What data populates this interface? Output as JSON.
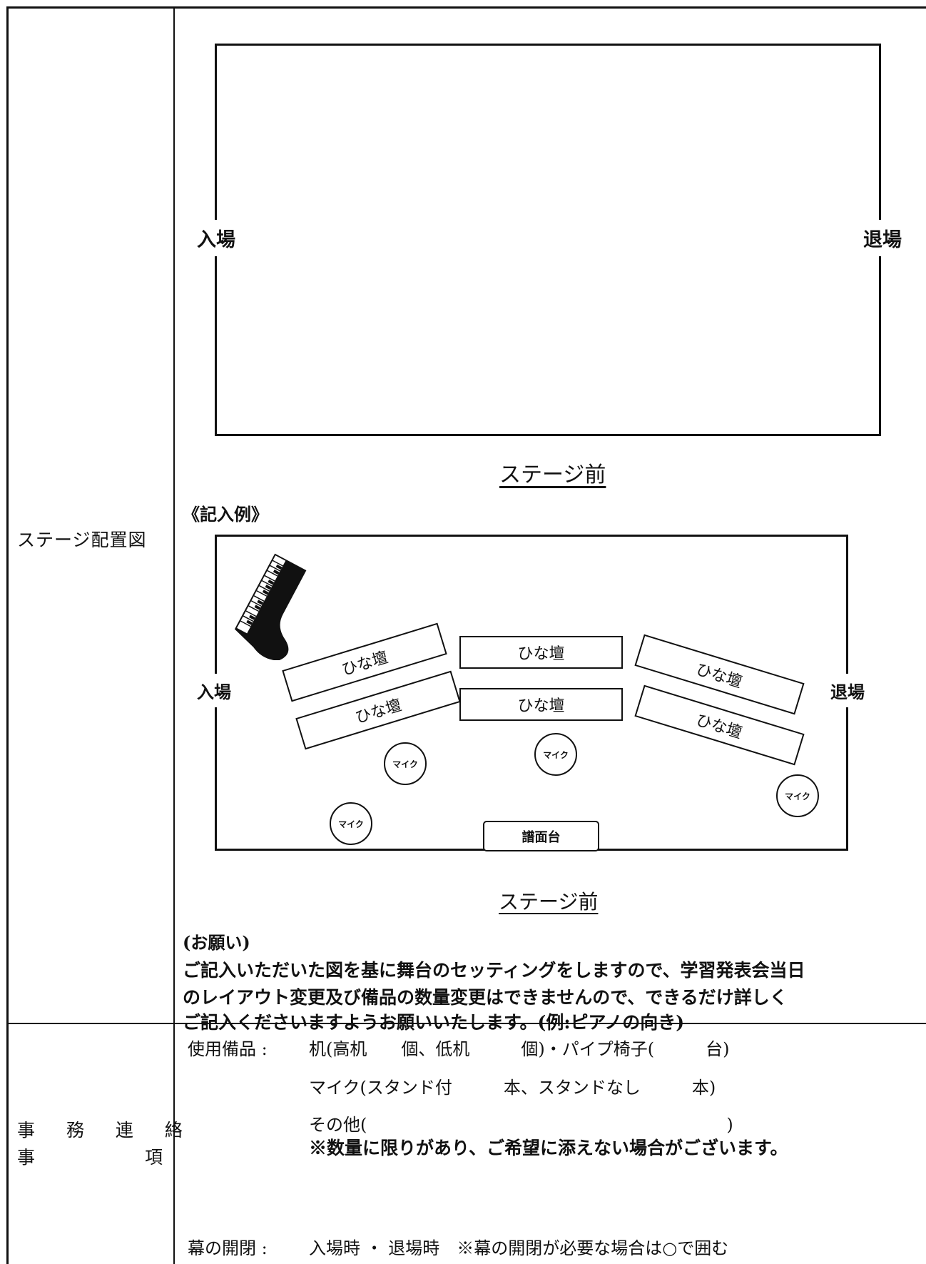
{
  "layout_row": {
    "label": "ステージ配置図",
    "blank_diagram": {
      "entrance_label": "入場",
      "exit_label": "退場",
      "front_label": "ステージ前"
    },
    "example": {
      "heading": "《記入例》",
      "entrance_label": "入場",
      "exit_label": "退場",
      "front_label": "ステージ前",
      "risers": [
        "ひな壇",
        "ひな壇",
        "ひな壇",
        "ひな壇",
        "ひな壇",
        "ひな壇"
      ],
      "mic_label": "マイク",
      "lectern_label": "譜面台"
    },
    "request": {
      "title": "(お願い)",
      "lines": [
        "ご記入いただいた図を基に舞台のセッティングをしますので、学習発表会当日",
        "のレイアウト変更及び備品の数量変更はできませんので、できるだけ詳しく",
        "ご記入くださいますようお願いいたします。(例:ピアノの向き)"
      ]
    }
  },
  "office_row": {
    "label_line1": "事 務 連 絡",
    "label_line2_left": "事",
    "label_line2_right": "項",
    "equipment_label": "使用備品 :",
    "equipment_line1": "机(高机　　個、低机　　　個)・パイプ椅子(　　　台)",
    "equipment_line2": "マイク(スタンド付　　　本、スタンドなし　　　本)",
    "equipment_line3": "その他(　　　　　　　　　　　　　　　　　　　　　)",
    "equipment_note": "※数量に限りがあり、ご希望に添えない場合がございます。",
    "curtain_label": "幕の開閉 :",
    "curtain_text": "入場時 ・ 退場時　※幕の開閉が必要な場合は○で囲む"
  }
}
